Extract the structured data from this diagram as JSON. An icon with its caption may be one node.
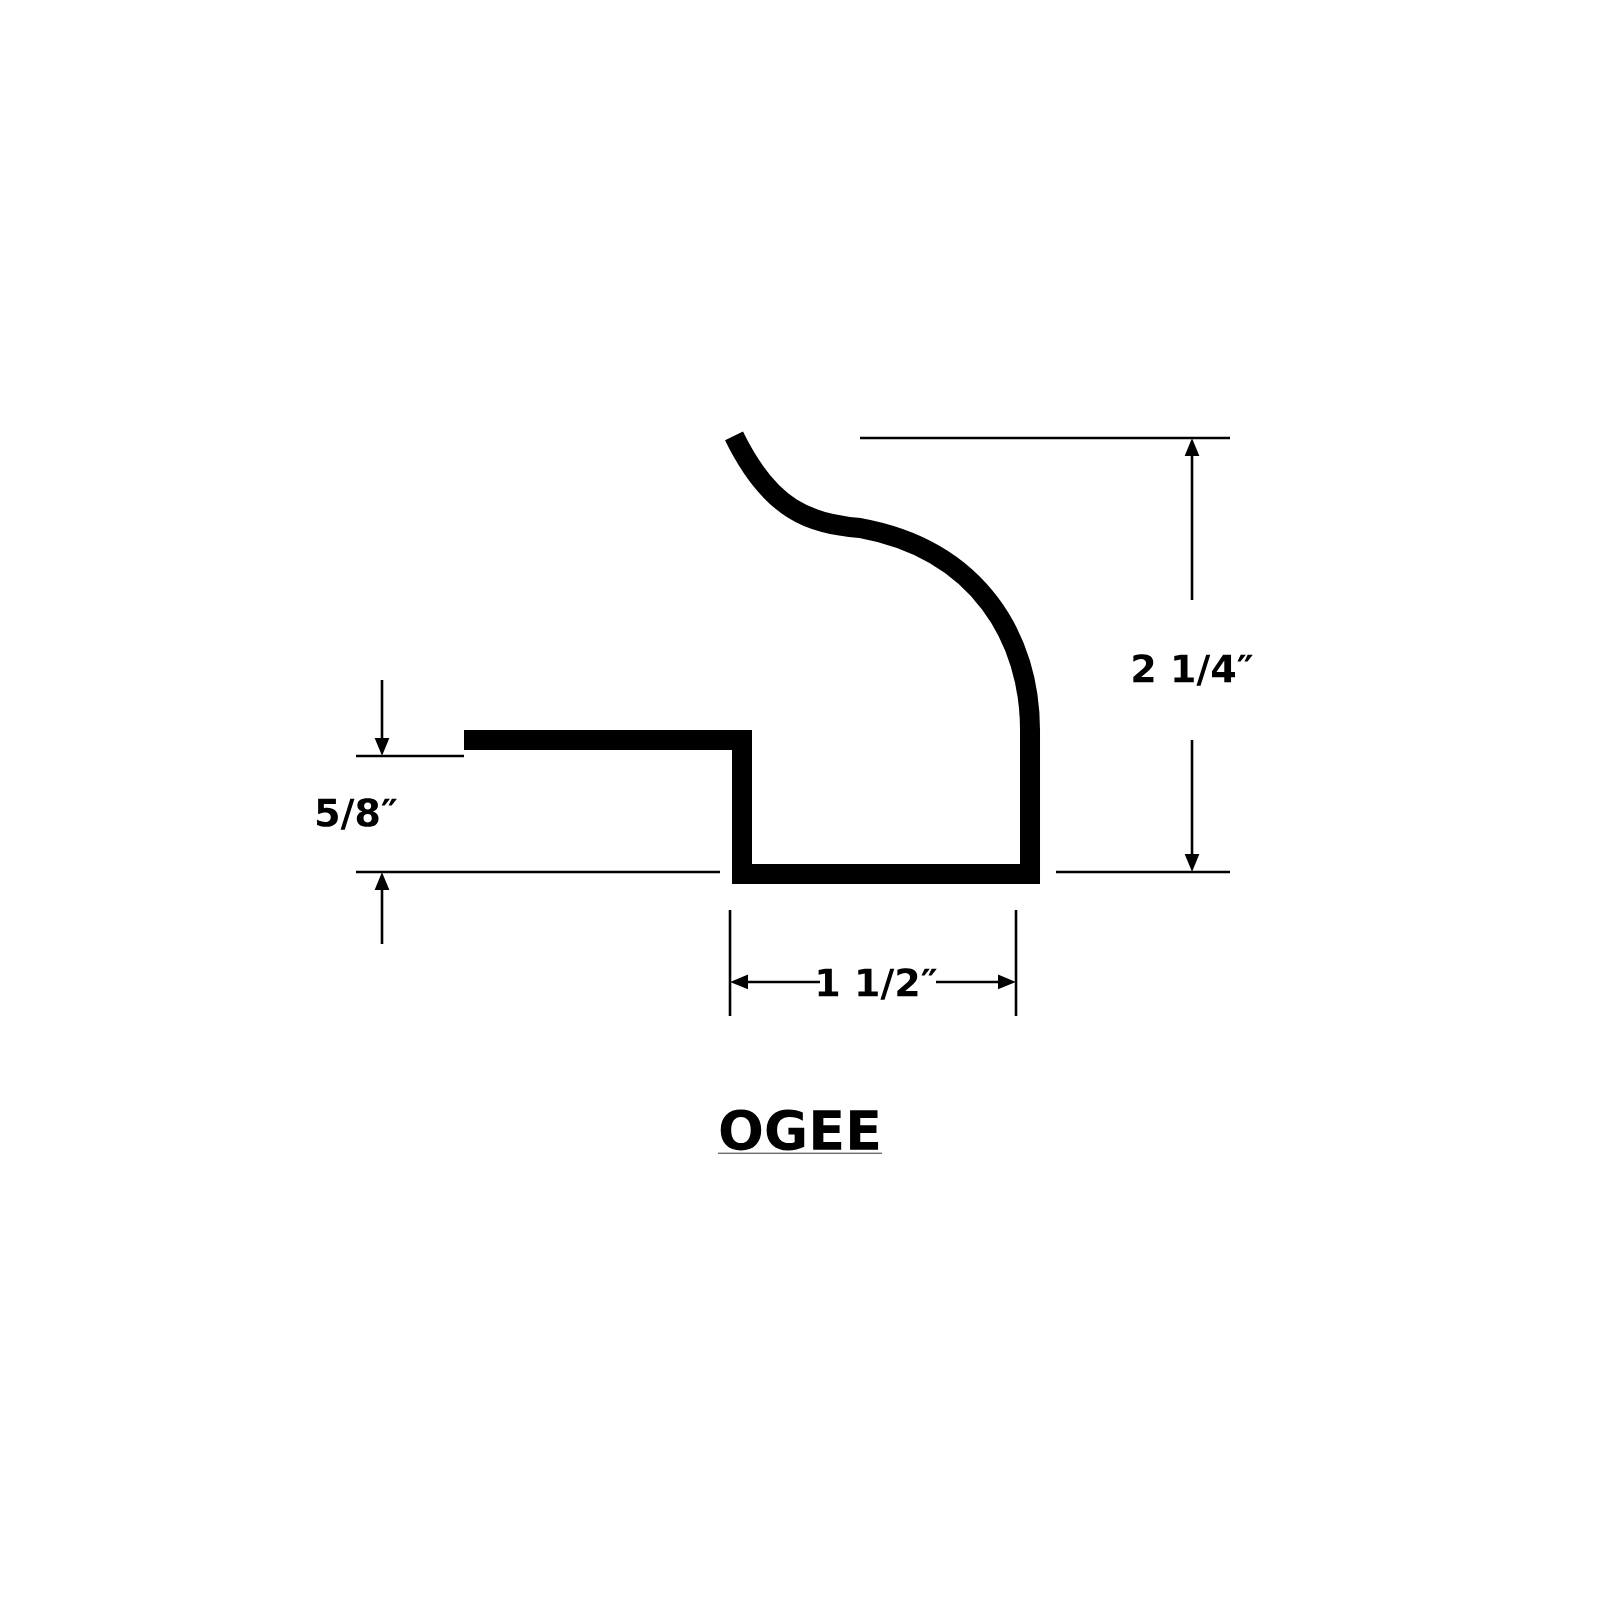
{
  "diagram": {
    "title": "OGEE",
    "labels": [
      "2 1/4″",
      "5/8″",
      "1 1/2″"
    ]
  }
}
